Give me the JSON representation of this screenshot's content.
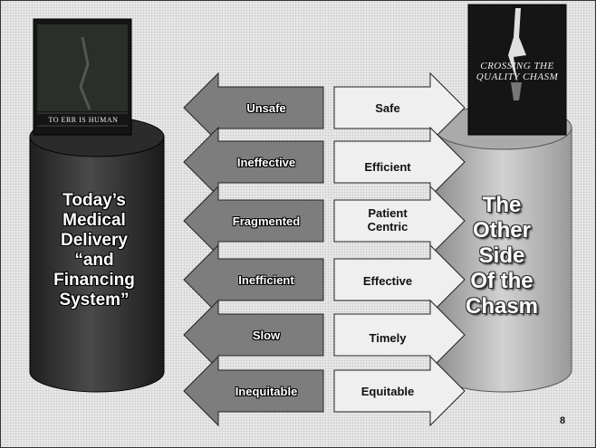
{
  "left_cylinder": {
    "lines": [
      "Today’s",
      "Medical",
      "Delivery",
      "“and",
      "Financing",
      "System”"
    ]
  },
  "right_cylinder": {
    "lines": [
      "The",
      "Other",
      "Side",
      "Of the",
      "Chasm"
    ]
  },
  "left_book": {
    "title": "TO ERR IS HUMAN"
  },
  "right_book": {
    "title_lines": [
      "CROSSING THE",
      "QUALITY CHASM"
    ]
  },
  "left_arrows": [
    "Unsafe",
    "Ineffective",
    "Fragmented",
    "Inefficient",
    "Slow",
    "Inequitable"
  ],
  "right_arrows": [
    {
      "lines": [
        "Safe"
      ]
    },
    {
      "lines": [
        "Efficient"
      ]
    },
    {
      "lines": [
        "Patient",
        "Centric"
      ]
    },
    {
      "lines": [
        "Effective"
      ]
    },
    {
      "lines": [
        "Timely"
      ]
    },
    {
      "lines": [
        "Equitable"
      ]
    }
  ],
  "page_number": "8",
  "colors": {
    "left_cylinder": "#3a3a3a",
    "right_cylinder": "#b9b9b9",
    "left_arrow": "#7d7d7d",
    "right_arrow": "#efefef"
  }
}
